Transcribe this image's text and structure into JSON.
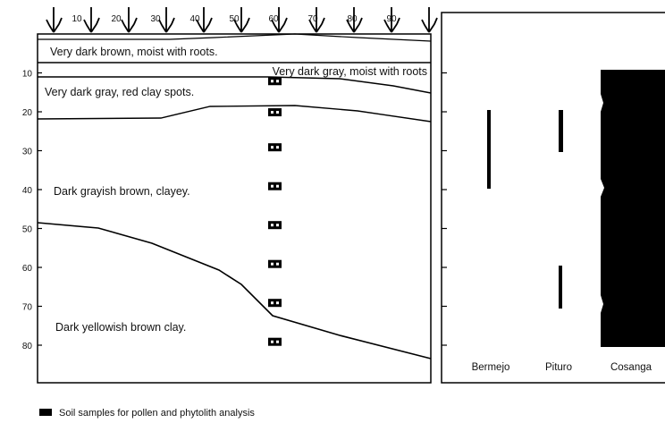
{
  "profile": {
    "top_ticks": [
      "10",
      "20",
      "30",
      "40",
      "50",
      "60",
      "70",
      "80",
      "90"
    ],
    "depth_ticks": [
      "10",
      "20",
      "30",
      "40",
      "50",
      "60",
      "70",
      "80"
    ],
    "layers": [
      "Very dark brown, moist with roots.",
      "Very dark gray, moist with roots",
      "Very dark gray, red clay spots.",
      "Dark grayish brown, clayey.",
      "Dark yellowish brown clay."
    ],
    "sample_depths": [
      15,
      23,
      32,
      42,
      52,
      62,
      72,
      82
    ]
  },
  "phases": {
    "columns": [
      "Bermejo",
      "Pituro",
      "Cosanga"
    ]
  },
  "legend": {
    "text": "Soil samples for pollen and phytolith analysis"
  }
}
